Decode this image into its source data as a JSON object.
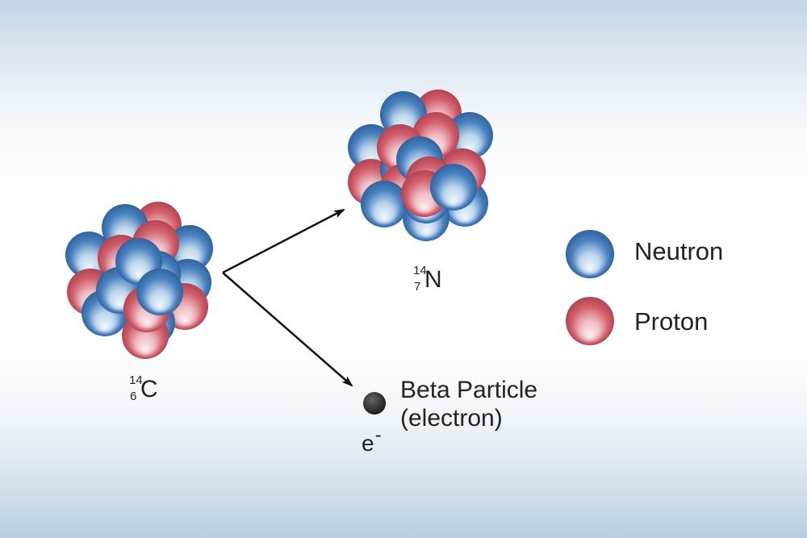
{
  "colors": {
    "neutron_base": "#3f78b8",
    "neutron_light": "#f4f9fd",
    "neutron_dark": "#2a5f9c",
    "proton_base": "#cc5663",
    "proton_light": "#fdf2f3",
    "proton_dark": "#b24250",
    "electron": "#333333",
    "arrow": "#111111"
  },
  "carbon": {
    "mass": "14",
    "number": "6",
    "symbol": "C"
  },
  "nitrogen": {
    "mass": "14",
    "number": "7",
    "symbol": "N"
  },
  "beta": {
    "line1": "Beta Particle",
    "line2": "(electron)",
    "e_symbol": "e",
    "e_charge": "-"
  },
  "legend": {
    "neutron_label": "Neutron",
    "proton_label": "Proton"
  },
  "carbon_nucleus": {
    "spheres": [
      "p",
      "n",
      "n",
      "n",
      "p",
      "n",
      "p",
      "n",
      "n",
      "p",
      "p",
      "n",
      "n",
      "p",
      "n",
      "p",
      "n",
      "n"
    ]
  },
  "nitrogen_nucleus": {
    "spheres": [
      "p",
      "n",
      "n",
      "n",
      "p",
      "p",
      "n",
      "n",
      "p",
      "n",
      "p",
      "p",
      "n",
      "n",
      "p",
      "n",
      "p",
      "n"
    ]
  }
}
